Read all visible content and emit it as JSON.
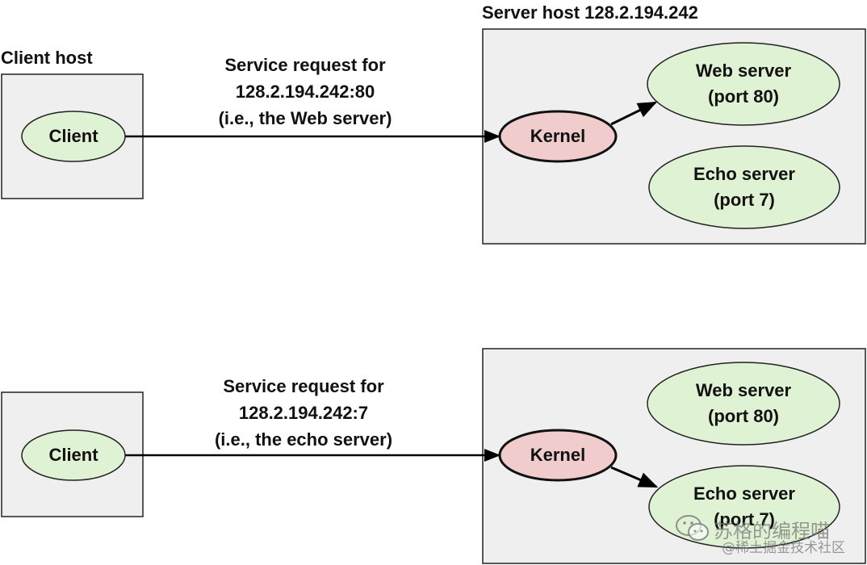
{
  "labels": {
    "client_host": "Client host",
    "server_host": "Server host 128.2.194.242"
  },
  "panels": [
    {
      "request_lines": [
        "Service request for",
        "128.2.194.242:80",
        "(i.e., the Web server)"
      ],
      "client": "Client",
      "kernel": "Kernel",
      "web_server": [
        "Web server",
        "(port 80)"
      ],
      "echo_server": [
        "Echo server",
        "(port 7)"
      ]
    },
    {
      "request_lines": [
        "Service request for",
        "128.2.194.242:7",
        "(i.e., the echo server)"
      ],
      "client": "Client",
      "kernel": "Kernel",
      "web_server": [
        "Web server",
        "(port 80)"
      ],
      "echo_server": [
        "Echo server",
        "(port 7)"
      ]
    }
  ],
  "watermark": {
    "line1": "苏格的编程喵",
    "line2": "@稀土掘金技术社区",
    "icon": "wechat-icon"
  },
  "colors": {
    "box_fill": "#efefef",
    "node_green": "#dff2d3",
    "kernel_pink": "#f1cccc"
  }
}
